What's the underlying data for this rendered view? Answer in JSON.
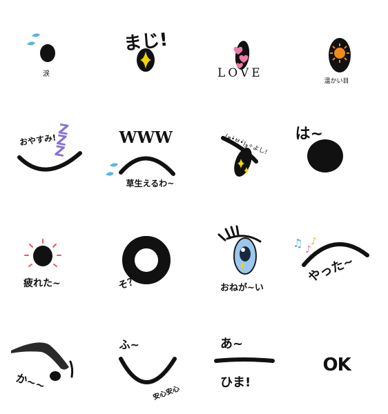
{
  "stickers": [
    {
      "caption": "涙"
    },
    {
      "caption": "まじ!"
    },
    {
      "caption": "LOVE"
    },
    {
      "caption": "温かい目"
    },
    {
      "caption": "おやすみ!",
      "extra": "Z Z Z"
    },
    {
      "caption": "草生えるわ~",
      "extra": "WWW"
    },
    {
      "caption": "(๑•̀ㅂ•́)و✧よし!"
    },
    {
      "caption": "は~"
    },
    {
      "caption": "疲れた~"
    },
    {
      "caption": "そ？"
    },
    {
      "caption": "おねが~い"
    },
    {
      "caption": "やった~"
    },
    {
      "caption": "か~~"
    },
    {
      "caption": "ふ~",
      "extra": "安心安心"
    },
    {
      "caption": "あ~",
      "extra": "ひま!"
    },
    {
      "caption": "OK"
    }
  ],
  "colors": {
    "ink": "#111111",
    "sparkle": "#f5d400",
    "heart": "#f07aa8",
    "sun": "#f08a1a",
    "zzz": "#8a6fd8",
    "sweat": "#5ab4e6",
    "eye_iris": "#9cc8f0",
    "note_blue": "#4aa6d6",
    "note_pink": "#e06aa0",
    "note_yellow": "#e6c21a",
    "sun_rays": "#e85a5a"
  }
}
